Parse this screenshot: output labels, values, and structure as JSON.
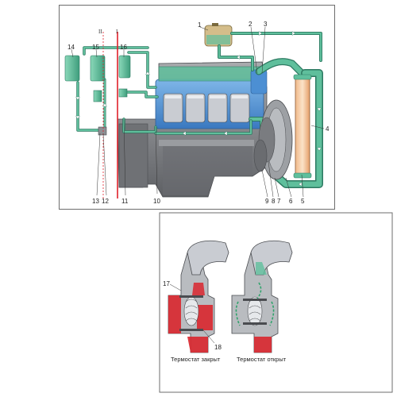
{
  "colors": {
    "coolant": "#5fbf9c",
    "coolant_dark": "#2e7a62",
    "block_blue": "#4c8fd3",
    "engine_gray": "#7d7f83",
    "red_body": "#d9262e",
    "red_line": "#e0202a"
  },
  "labels": {
    "l1": "1",
    "l2": "2",
    "l3": "3",
    "l4": "4",
    "l5": "5",
    "l6": "6",
    "l7": "7",
    "l8": "8",
    "l9": "9",
    "l10": "10",
    "l11": "11",
    "l12": "12",
    "l13": "13",
    "l14": "14",
    "l15": "15",
    "l16": "16",
    "l17": "17",
    "l18": "18"
  },
  "zones": {
    "zone_II": "II",
    "zone_I": "I"
  },
  "captions": {
    "closed": "Термостат закрыт",
    "open": "Термостат открыт"
  },
  "icons": [
    "up-arrow-icon",
    "down-arrow-icon",
    "flow-arrow-icon"
  ]
}
